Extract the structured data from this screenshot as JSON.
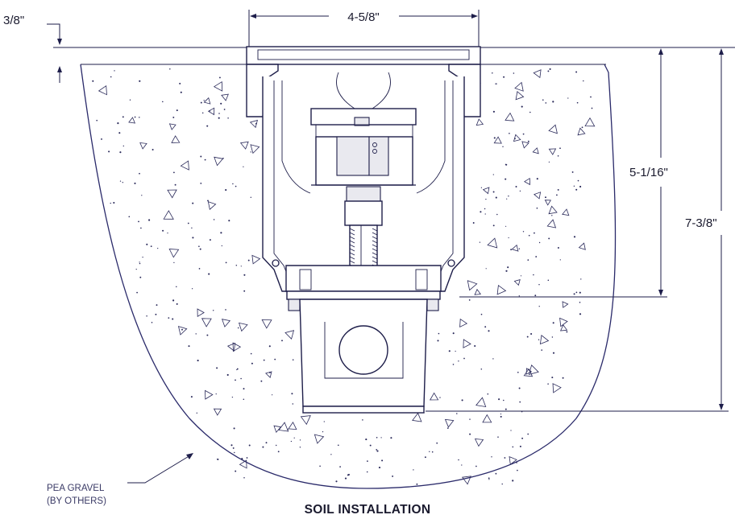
{
  "dimensions": {
    "lip": "3/8\"",
    "width": "4-5/8\"",
    "body_height": "5-1/16\"",
    "total_height": "7-3/8\""
  },
  "callout": {
    "line1": "PEA GRAVEL",
    "line2": "(BY OTHERS)"
  },
  "title": "SOIL INSTALLATION",
  "colors": {
    "ink": "#1e1e4a",
    "gravel_outline": "#2a2a6a"
  }
}
